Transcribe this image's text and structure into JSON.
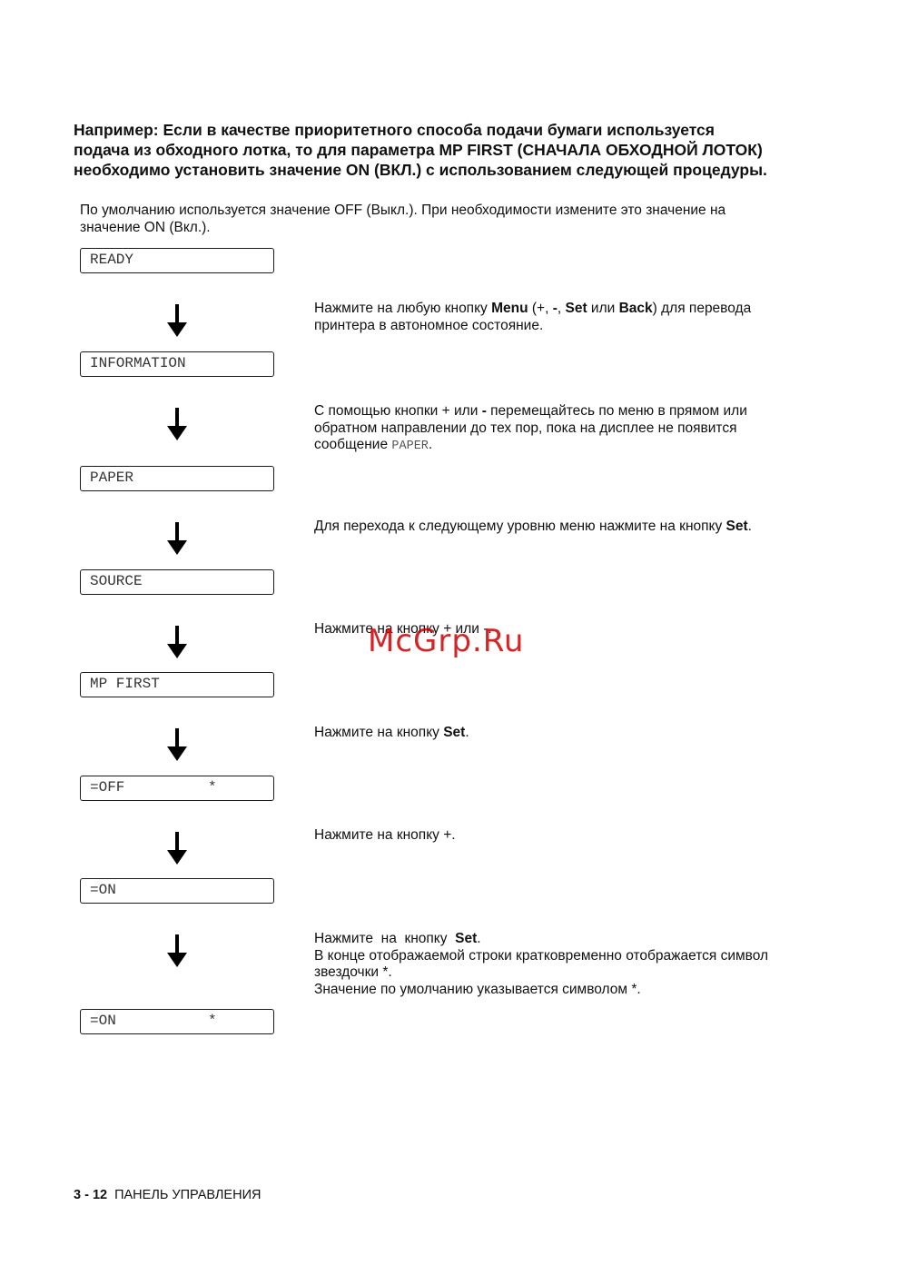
{
  "heading": {
    "line1": "Например: Если в качестве приоритетного способа подачи бумаги используется",
    "line2": "подача из обходного лотка, то для параметра MP FIRST (СНАЧАЛА ОБХОДНОЙ ЛОТОК)",
    "line3": "необходимо установить значение ON (ВКЛ.) с использованием следующей процедуры."
  },
  "intro": {
    "line1": "По умолчанию используется значение OFF (Выкл.). При необходимости измените это значение на",
    "line2": "значение ON (Вкл.)."
  },
  "displays": [
    {
      "text": "READY"
    },
    {
      "text": "INFORMATION"
    },
    {
      "text": "PAPER"
    },
    {
      "text": "SOURCE"
    },
    {
      "text": "MP FIRST"
    },
    {
      "text": "=OFF",
      "star": "*"
    },
    {
      "text": "=ON"
    },
    {
      "text": "=ON",
      "star": "*"
    }
  ],
  "steps": {
    "s1": {
      "a": "Нажмите на любую кнопку ",
      "b1": "Menu",
      "c": " (+, ",
      "b2": "-",
      "d": ", ",
      "b3": "Set",
      "e": " или ",
      "b4": "Back",
      "f": ") для перевода",
      "line2": "принтера в автономное состояние."
    },
    "s2": {
      "a": "С помощью кнопки + или ",
      "b1": "-",
      "c": " перемещайтесь по меню в прямом или",
      "line2": "обратном направлении до тех пор, пока на дисплее не появится",
      "line3a": "сообщение ",
      "mono": "PAPER",
      "line3b": "."
    },
    "s3": {
      "a": "Для перехода к следующему уровню меню нажмите на кнопку ",
      "b1": "Set",
      "c": "."
    },
    "s4": {
      "a": "Нажмите на кнопку + или -."
    },
    "s5": {
      "a": "Нажмите на кнопку ",
      "b1": "Set",
      "c": "."
    },
    "s6": {
      "a": "Нажмите на кнопку +."
    },
    "s7": {
      "a": "Нажмите  на  кнопку  ",
      "b1": "Set",
      "c": ".",
      "line2": "В конце отображаемой строки кратковременно отображается символ",
      "line3": "звездочки *.",
      "line4": "Значение по умолчанию указывается символом *."
    }
  },
  "watermark": "McGrp.Ru",
  "footer": {
    "page": "3 - 12",
    "section": "ПАНЕЛЬ УПРАВЛЕНИЯ"
  }
}
